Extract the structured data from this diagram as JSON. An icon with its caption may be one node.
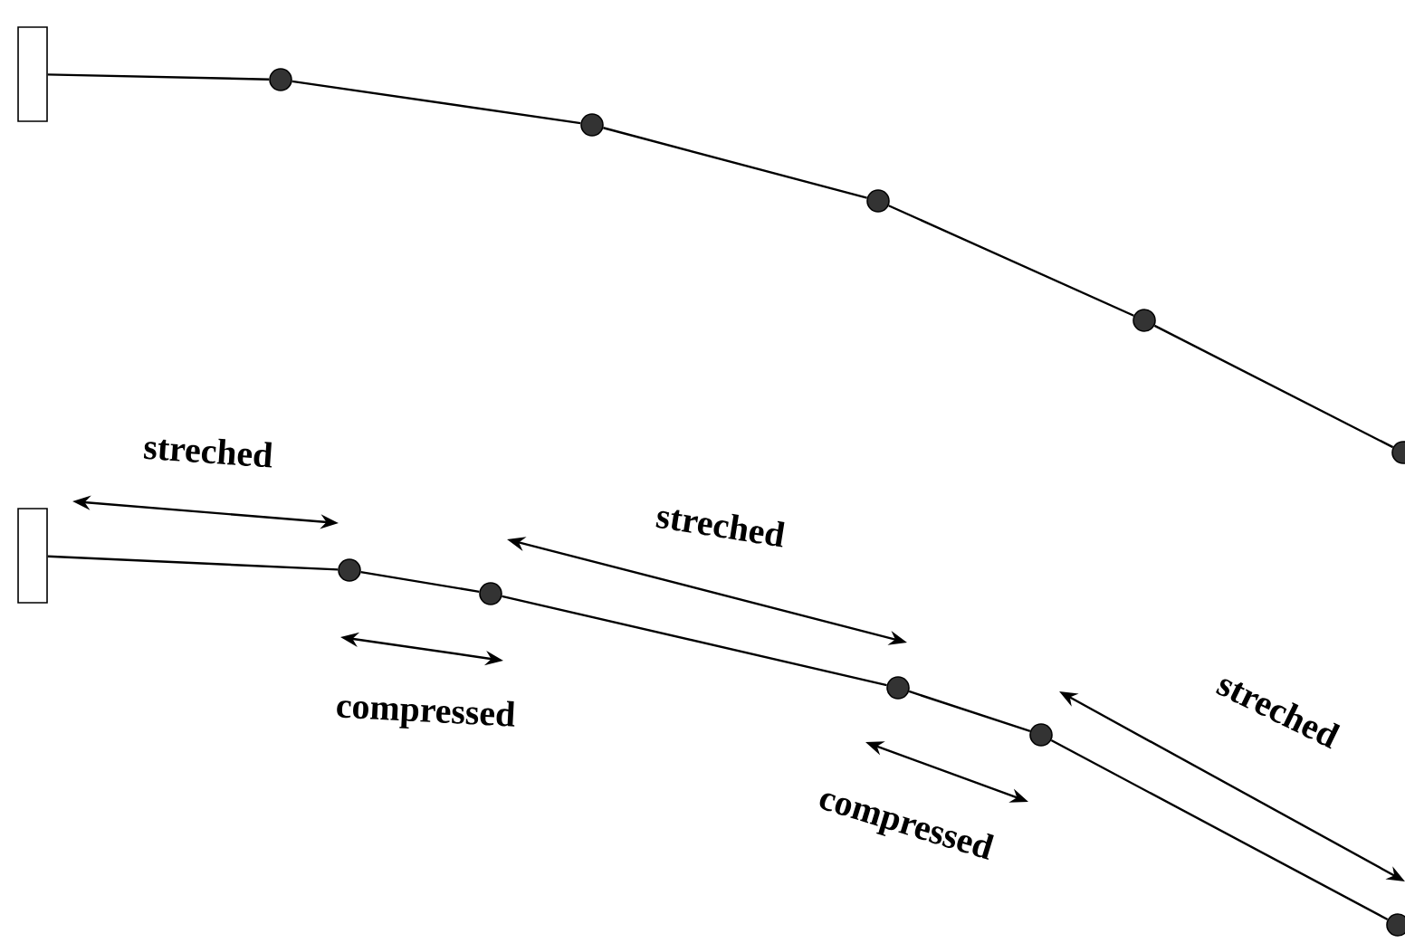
{
  "diagram": {
    "nodes": [
      {
        "text": [],
        "shape": "box"
      },
      {
        "text": [],
        "shape": "circle"
      },
      {
        "text": [],
        "shape": "circle"
      },
      {
        "text": [],
        "shape": "circle"
      },
      {
        "text": [],
        "shape": "circle"
      },
      {
        "text": [],
        "shape": "circle"
      },
      {
        "text": [],
        "shape": "box"
      },
      {
        "text": [],
        "shape": "circle"
      },
      {
        "text": [],
        "shape": "circle"
      },
      {
        "text": [],
        "shape": "circle"
      },
      {
        "text": [],
        "shape": "circle"
      },
      {
        "text": [],
        "shape": "circle"
      }
    ],
    "edges": [
      {
        "from": 0,
        "to": 1,
        "arrow": "none"
      },
      {
        "from": 1,
        "to": 2,
        "arrow": "none"
      },
      {
        "from": 2,
        "to": 3,
        "arrow": "none"
      },
      {
        "from": 3,
        "to": 4,
        "arrow": "none"
      },
      {
        "from": 4,
        "to": 5,
        "arrow": "none"
      },
      {
        "from": 6,
        "to": 7,
        "arrow": "none"
      },
      {
        "from": 7,
        "to": 8,
        "arrow": "none"
      },
      {
        "from": 8,
        "to": 9,
        "arrow": "none"
      },
      {
        "from": 9,
        "to": 10,
        "arrow": "none"
      },
      {
        "from": 10,
        "to": 11,
        "arrow": "none"
      }
    ],
    "labels": [
      "streched",
      "streched",
      "compressed",
      "streched",
      "compressed"
    ]
  }
}
